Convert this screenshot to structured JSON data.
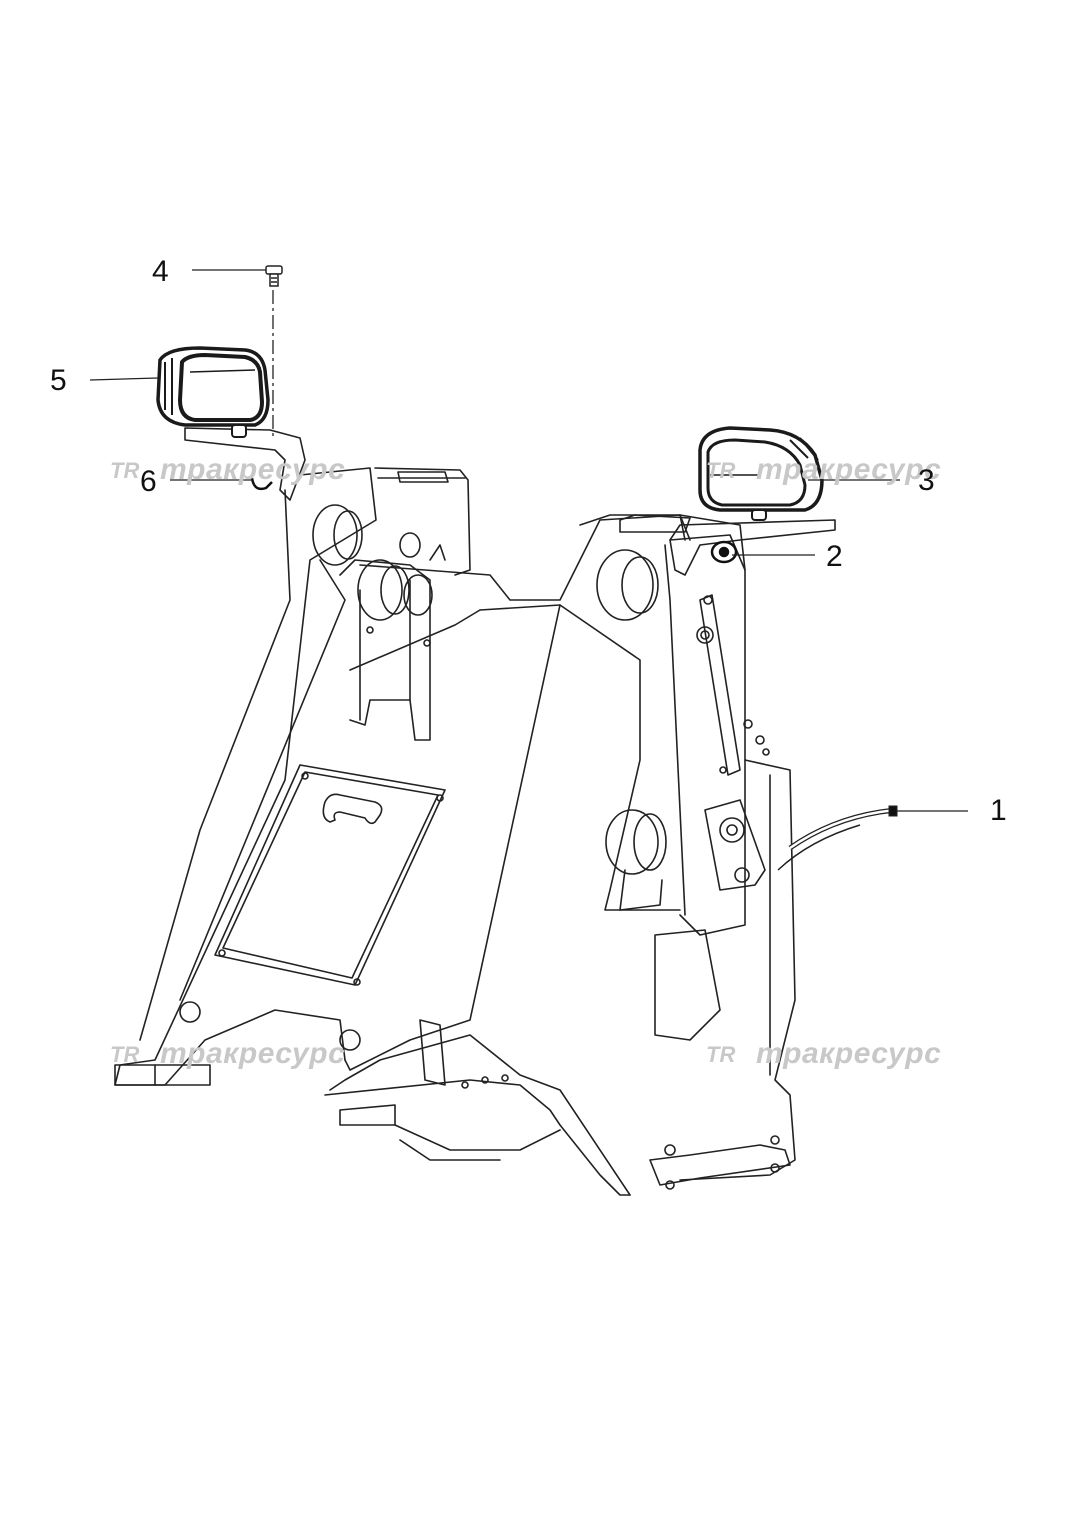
{
  "callouts": [
    {
      "id": "1",
      "label": "1"
    },
    {
      "id": "2",
      "label": "2"
    },
    {
      "id": "3",
      "label": "3"
    },
    {
      "id": "4",
      "label": "4"
    },
    {
      "id": "5",
      "label": "5"
    },
    {
      "id": "6",
      "label": "6"
    }
  ],
  "watermark": {
    "logo": "TR",
    "text": "тракресурс",
    "color": "#c8c8c8"
  },
  "colors": {
    "line": "#222222",
    "lamp": "#1a1a1a"
  }
}
